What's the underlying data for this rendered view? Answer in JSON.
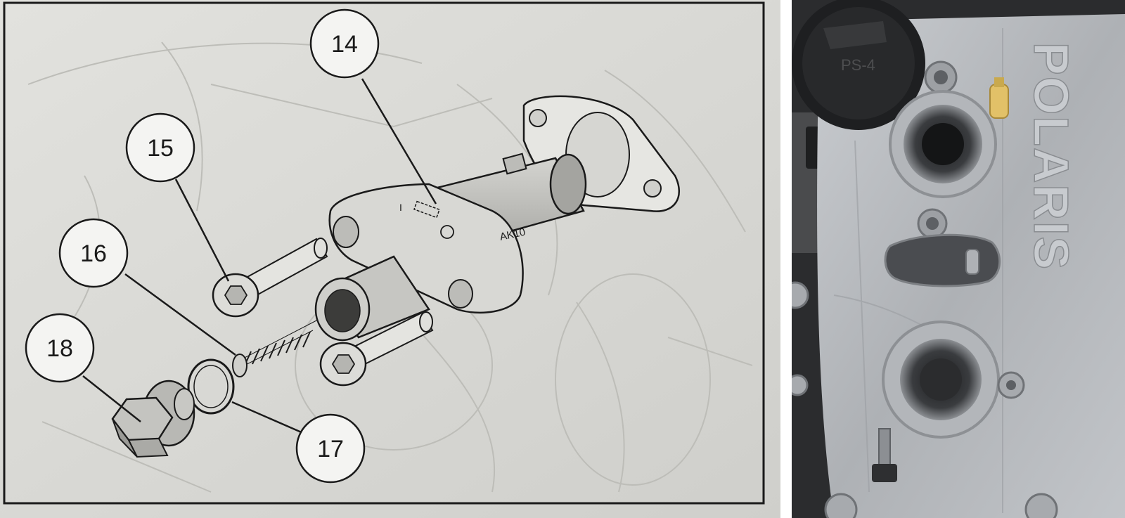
{
  "diagram": {
    "callouts": [
      {
        "id": "14",
        "label": "14"
      },
      {
        "id": "15",
        "label": "15"
      },
      {
        "id": "16",
        "label": "16"
      },
      {
        "id": "17",
        "label": "17"
      },
      {
        "id": "18",
        "label": "18"
      }
    ],
    "part_markings": {
      "tensioner_code": "AK10",
      "tensioner_mark": "I"
    }
  },
  "photo": {
    "brand_logo_text": "POLARIS",
    "oil_cap_text": "PS-4"
  },
  "colors": {
    "background": "#ffffff",
    "diagram_paper": "#dcdcd8",
    "line_ink": "#1a1a1a",
    "engine_metal": "#b9bcc0",
    "engine_dark": "#3a3c3f",
    "oil_cap": "#1e1f21"
  }
}
